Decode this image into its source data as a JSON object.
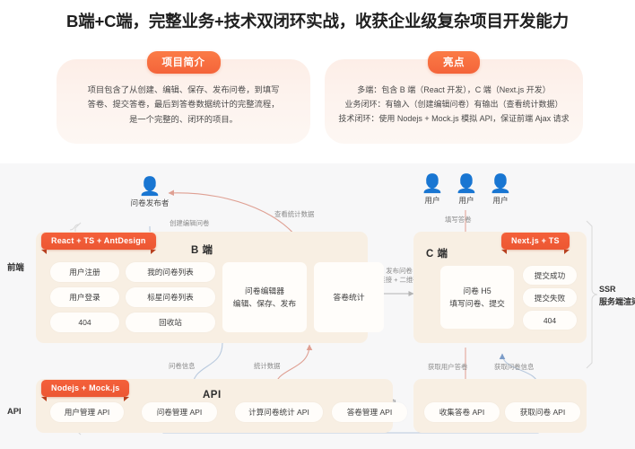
{
  "heading": "B端+C端，完整业务+技术双闭环实战，收获企业级复杂项目开发能力",
  "cards": {
    "intro": {
      "badge": "项目简介",
      "lines": [
        "项目包含了从创建、编辑、保存、发布问卷，到填写",
        "答卷、提交答卷，最后到答卷数据统计的完整流程，",
        "是一个完整的、闭环的项目。"
      ]
    },
    "highlight": {
      "badge": "亮点",
      "lines": [
        "多端：包含 B 端（React 开发），C 端（Next.js 开发）",
        "业务闭环：有输入（创建编辑问卷）有输出（查看统计数据）",
        "技术闭环：使用 Nodejs + Mock.js 模拟 API，保证前端 Ajax 请求"
      ]
    }
  },
  "diagram": {
    "side_labels": {
      "frontend": "前端",
      "api": "API"
    },
    "ssr": {
      "line1": "SSR",
      "line2": "服务端渲染"
    },
    "actors": {
      "publisher": {
        "icon": "user-icon",
        "label": "问卷发布者"
      },
      "users": [
        {
          "icon": "user-icon",
          "label": "用户"
        },
        {
          "icon": "user-icon",
          "label": "用户"
        },
        {
          "icon": "user-icon",
          "label": "用户"
        }
      ]
    },
    "b_panel": {
      "ribbon": "React + TS + AntDesign",
      "title": "B 端",
      "pills": [
        "用户注册",
        "我的问卷列表",
        "用户登录",
        "标星问卷列表",
        "404",
        "回收站"
      ],
      "editor_box": {
        "line1": "问卷编辑器",
        "line2": "编辑、保存、发布"
      },
      "stats_box": {
        "line1": "答卷统计"
      }
    },
    "c_panel": {
      "ribbon": "Next.js + TS",
      "title": "C 端",
      "h5_box": {
        "line1": "问卷 H5",
        "line2": "填写问卷、提交"
      },
      "pills": [
        "提交成功",
        "提交失败",
        "404"
      ]
    },
    "api_panel": {
      "ribbon": "Nodejs + Mock.js",
      "title": "API",
      "left_pills": [
        "用户管理 API",
        "问卷管理 API",
        "计算问卷统计 API",
        "答卷管理 API"
      ],
      "right_pills": [
        "收集答卷 API",
        "获取问卷 API"
      ]
    },
    "edge_labels": {
      "create_edit": "创建编辑问卷",
      "view_stats": "查看统计数据",
      "fill_answer": "填写答卷",
      "publish_1": "发布问卷",
      "publish_2": "链接 + 二维码",
      "survey_info": "问卷信息",
      "stats_data": "统计数据",
      "get_user_answers": "获取用户答卷",
      "get_survey_info": "获取问卷信息",
      "answer_info": "答卷信息"
    }
  },
  "colors": {
    "accent": "#f4603a",
    "panel_bg": "#f8efe3",
    "diagram_bg": "#f7f7f8",
    "person": "#f2977a",
    "wire_blue": "#9fb6d6",
    "wire_red": "#e2a396"
  }
}
